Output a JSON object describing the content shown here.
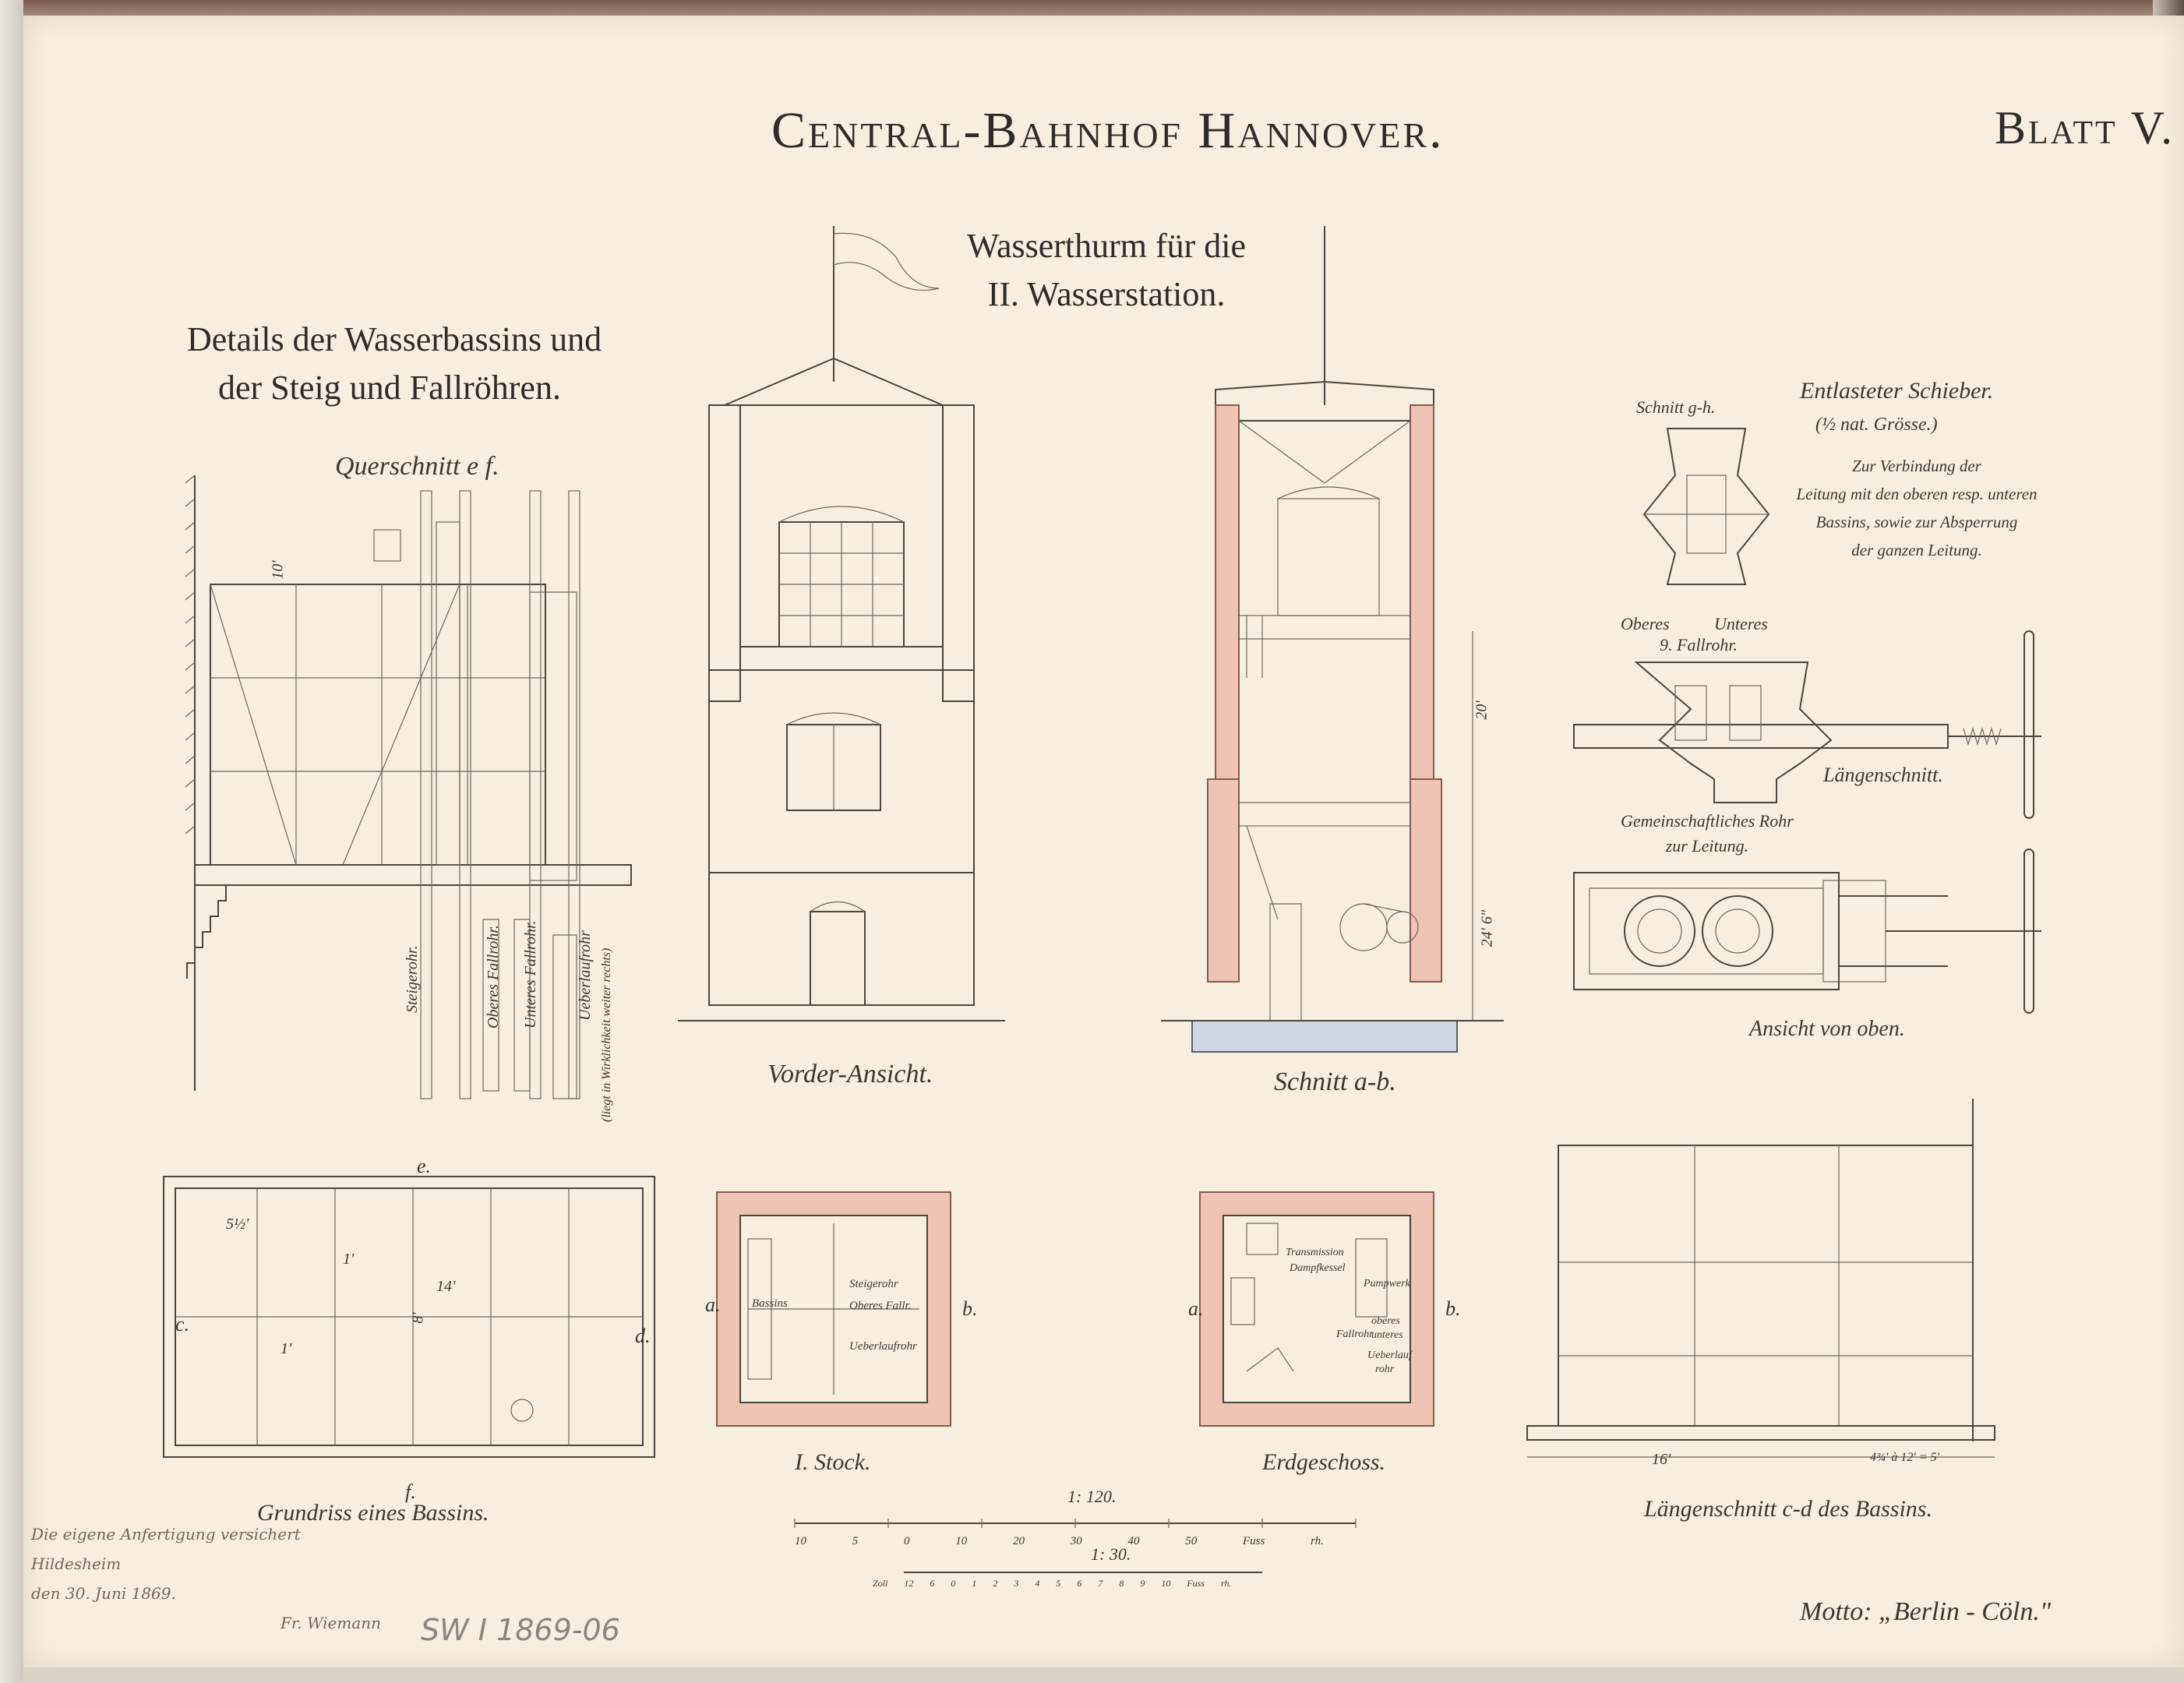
{
  "header": {
    "title": "Central-Bahnhof Hannover.",
    "sheet": "Blatt V."
  },
  "headings": {
    "tower_line1": "Wasserthurm für die",
    "tower_line2": "II. Wasserstation.",
    "details_line1": "Details der Wasserbassins und",
    "details_line2": "der Steig und Fallröhren."
  },
  "left_detail": {
    "section_label": "Querschnitt e f.",
    "dim_height": "10'",
    "pipe_labels": [
      "Steigerohr.",
      "Oberes Fallrohr.",
      "Unteres Fallrohr.",
      "Ueberlaufrohr"
    ],
    "overflow_note": "(liegt in Wirklichkeit weiter rechts)"
  },
  "views": {
    "front": "Vorder-Ansicht.",
    "section": "Schnitt a-b.",
    "dim_total": "20'",
    "dim_lower": "24' 6\""
  },
  "valve": {
    "title": "Entlasteter Schieber.",
    "scale": "(½ nat. Grösse.)",
    "desc": [
      "Zur Verbindung der",
      "Leitung mit den oberen resp. unteren",
      "Bassins, sowie zur Absperrung",
      "der ganzen Leitung."
    ],
    "section_label": "Schnitt g-h.",
    "upper_label": "Oberes",
    "lower_label": "Unteres",
    "fall_label": "9. Fallrohr.",
    "common_pipe": [
      "Gemeinschaftliches Rohr",
      "zur Leitung."
    ],
    "long_section": "Längenschnitt.",
    "top_view": "Ansicht von oben."
  },
  "plans": {
    "basin_plan": "Grundriss eines Bassins.",
    "floor1": "I. Stock.",
    "ground": "Erdgeschoss.",
    "long_section_basin": "Längenschnitt c-d des Bassins.",
    "letters": {
      "e": "e.",
      "f": "f.",
      "c": "c.",
      "d": "d.",
      "a": "a.",
      "b": "b."
    },
    "dims_basin": [
      "5½'",
      "1'",
      "14'",
      "8'",
      "1'"
    ],
    "floor1_labels": [
      "Bassins",
      "Steigerohr",
      "Oberes Fallr.",
      "Ueberlaufrohr"
    ],
    "ground_labels": [
      "Transmission",
      "Dampfkessel",
      "Pumpwerk",
      "Fallrohr",
      "oberes",
      "unteres",
      "Ueberlauf",
      "rohr"
    ],
    "basin_section_dims": [
      "16'",
      "4¾' à 12' = 5'"
    ]
  },
  "scales": {
    "main": "1: 120.",
    "main_ticks": [
      "10",
      "5",
      "0",
      "10",
      "20",
      "30",
      "40",
      "50 Fuss rh."
    ],
    "detail": "1: 30.",
    "detail_ticks": [
      "Zoll 12",
      "6",
      "0",
      "1",
      "2",
      "3",
      "4",
      "5",
      "6",
      "7",
      "8",
      "9",
      "10 Fuss rh."
    ]
  },
  "footer": {
    "motto": "Motto: „Berlin - Cöln.\"",
    "pencil_mark": "SW I 1869-06",
    "ink_note": [
      "Die eigene Anfertigung versichert",
      "Hildesheim",
      "den 30. Juni 1869.",
      "Fr. Wiemann"
    ]
  },
  "colors": {
    "paper": "#f6efe1",
    "brick_wash": "#efc4b5",
    "ink": "#3a3530"
  }
}
